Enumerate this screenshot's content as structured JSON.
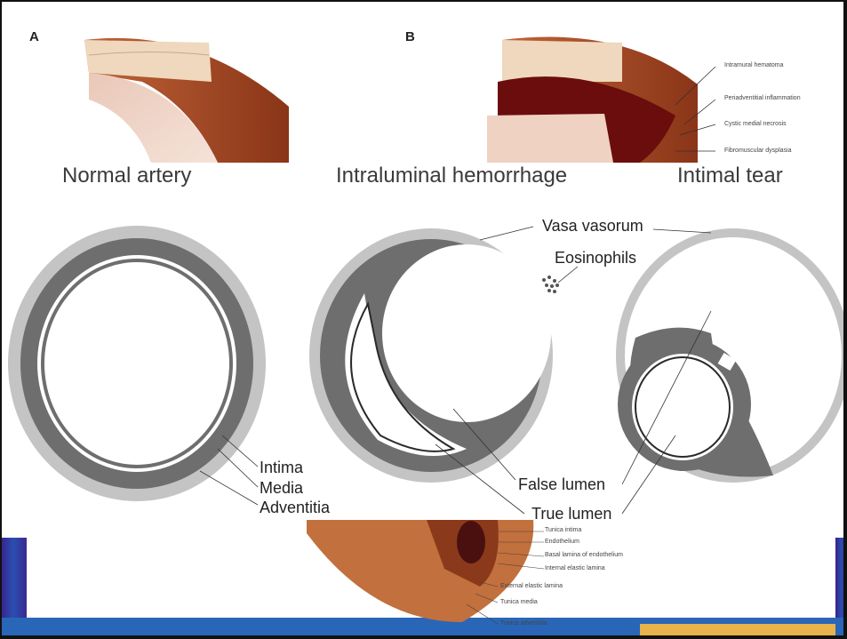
{
  "panels": {
    "a": "A",
    "b": "B"
  },
  "titles": {
    "normal": "Normal artery",
    "hemorrhage": "Intraluminal hemorrhage",
    "tear": "Intimal tear"
  },
  "diagram_labels": {
    "intima": "Intima",
    "media": "Media",
    "adventitia": "Adventitia",
    "vasa_vorum": "Vasa vasorum",
    "eosinophils": "Eosinophils",
    "false_lumen": "False  lumen",
    "true_lumen": "True lumen"
  },
  "panel_b_labels": [
    "Intramural hematoma",
    "Periadventitial inflammation",
    "Cystic medial necrosis",
    "Fibromuscular dysplasia"
  ],
  "bottom_labels": [
    "Tunica intima",
    "Endothelium",
    "Basal lamina of endothelium",
    "Internal elastic lamina",
    "External elastic lamina",
    "Tunica media",
    "Tunica adventitia"
  ],
  "colors": {
    "adventitia": "#bfbfbf",
    "media": "#6e6e6e",
    "vessel_wall": "#b8562e",
    "vessel_inner": "#e9c6b4",
    "blood": "#6b0d0d",
    "banner": "#2a5db0",
    "banner_dark": "#3a1f7a"
  }
}
